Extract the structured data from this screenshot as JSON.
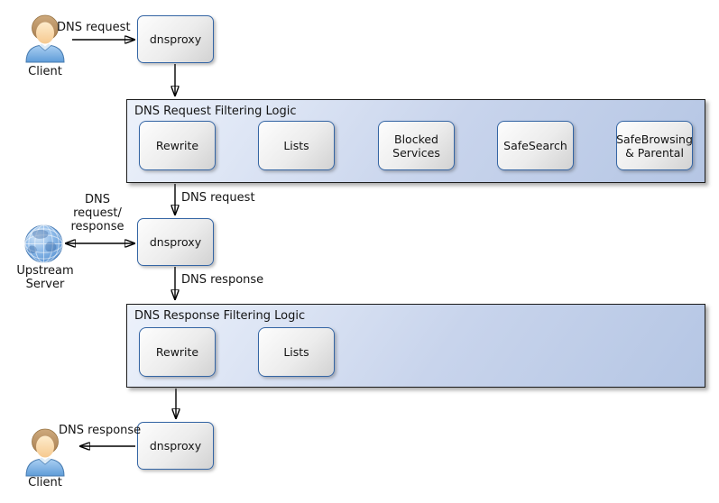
{
  "diagram": {
    "nodes": {
      "client_top": "Client",
      "dnsproxy": "dnsproxy",
      "upstream_server": "Upstream Server",
      "client_bottom": "Client"
    },
    "request_filter": {
      "title": "DNS Request Filtering Logic",
      "boxes": [
        "Rewrite",
        "Lists",
        "Blocked Services",
        "SafeSearch",
        "SafeBrowsing & Parental"
      ]
    },
    "response_filter": {
      "title": "DNS Response Filtering Logic",
      "boxes": [
        "Rewrite",
        "Lists"
      ]
    },
    "edge_labels": {
      "client_request": "DNS request",
      "filtered_request": "DNS request",
      "upstream_exchange": "DNS request/ response",
      "upstream_response": "DNS response",
      "client_response": "DNS response"
    },
    "colors": {
      "container_border": "#1c1c1c",
      "container_fill_light": "#edf2fb",
      "container_fill_dark": "#b5c6e4",
      "box_border": "#3465a4",
      "box_fill_light": "#fdfdfd",
      "box_fill_dark": "#d2d2d2",
      "arrow": "#000000"
    }
  }
}
